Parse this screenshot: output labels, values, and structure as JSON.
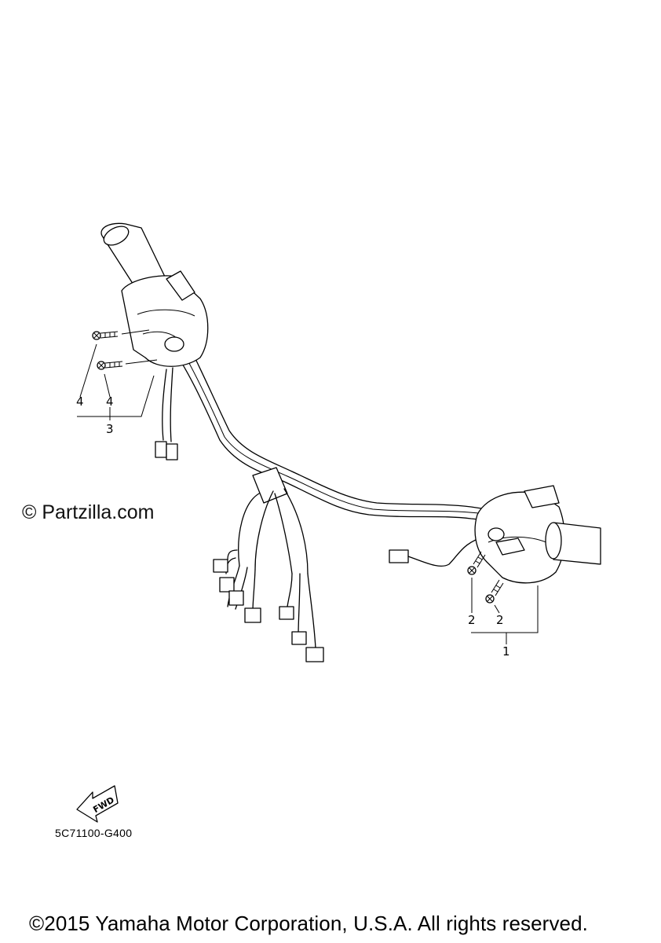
{
  "watermark": "© Partzilla.com",
  "diagram_code": "5C71100-G400",
  "fwd_label": "FWD",
  "copyright": "©2015 Yamaha Motor Corporation, U.S.A. All rights reserved.",
  "callouts": {
    "left_screw_upper": "4",
    "left_screw_lower": "4",
    "left_switch": "3",
    "right_screw_upper": "2",
    "right_screw_lower": "2",
    "right_switch": "1"
  }
}
